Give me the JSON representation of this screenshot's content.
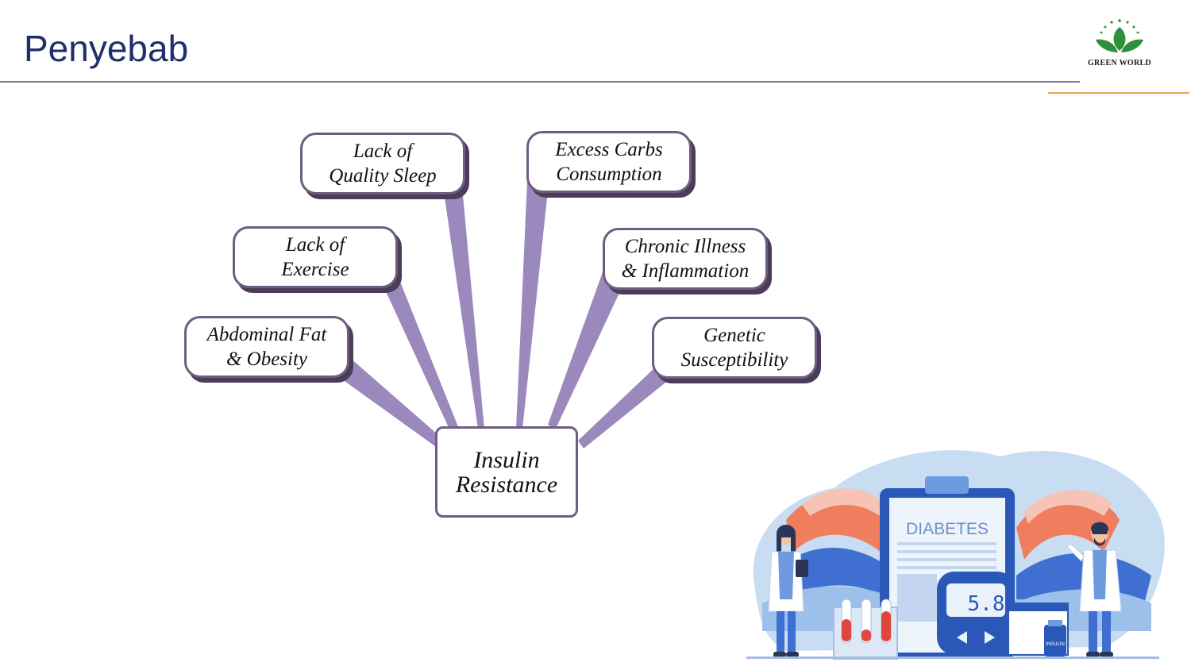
{
  "page": {
    "title": "Penyebab",
    "logo_text": "GREEN WORLD"
  },
  "diagram": {
    "center": "Insulin\nResistance",
    "causes": [
      "Lack of\nQuality Sleep",
      "Excess Carbs\nConsumption",
      "Lack of\nExercise",
      "Chronic Illness\n& Inflammation",
      "Abdominal Fat\n& Obesity",
      "Genetic\nSusceptibility"
    ]
  },
  "illustration": {
    "board_title": "DIABETES",
    "meter_reading": "5.8",
    "bottle_label": "INSULIN"
  },
  "colors": {
    "title": "#1f2f6b",
    "connector": "#9b89bd",
    "node_border": "#6f5c80",
    "accent_line": "#e8a45a",
    "logo_green": "#2f8f3a"
  }
}
